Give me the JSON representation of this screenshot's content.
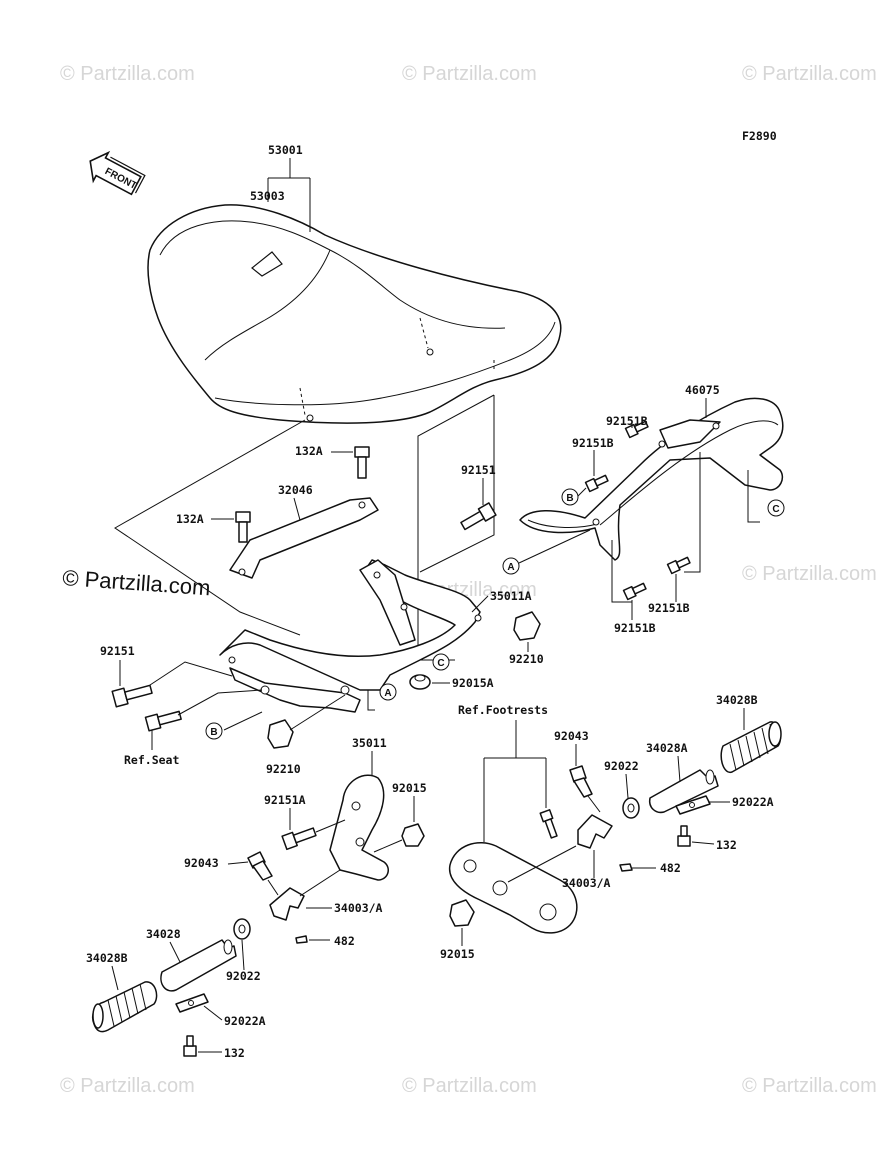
{
  "code": "F2890",
  "watermark": "© Partzilla.com",
  "front_label": "FRONT",
  "labels": {
    "p53001": "53001",
    "p53003": "53003",
    "p132a_top": "132A",
    "p32046": "32046",
    "p132a_left": "132A",
    "p92151_mid": "92151",
    "p46075": "46075",
    "p92151b_1": "92151B",
    "p92151b_2": "92151B",
    "p92151b_3": "92151B",
    "p92151b_4": "92151B",
    "p35011a": "35011A",
    "p92210_r": "92210",
    "p92015a": "92015A",
    "p92151_left": "92151",
    "ref_seat": "Ref.Seat",
    "p92210_l": "92210",
    "ref_footrests": "Ref.Footrests",
    "p34028b_r": "34028B",
    "p92043_r": "92043",
    "p34028a": "34028A",
    "p92022_r": "92022",
    "p92022a_r": "92022A",
    "p132_r": "132",
    "p482_r": "482",
    "p34003a_r": "34003/A",
    "p92015_r": "92015",
    "p35011": "35011",
    "p92151a": "92151A",
    "p92015_l": "92015",
    "p92043_l": "92043",
    "p34003a_l": "34003/A",
    "p482_l": "482",
    "p34028": "34028",
    "p34028b_l": "34028B",
    "p92022_l": "92022",
    "p92022a_l": "92022A",
    "p132_l": "132"
  },
  "refs": {
    "a": "A",
    "b": "B",
    "c": "C"
  }
}
